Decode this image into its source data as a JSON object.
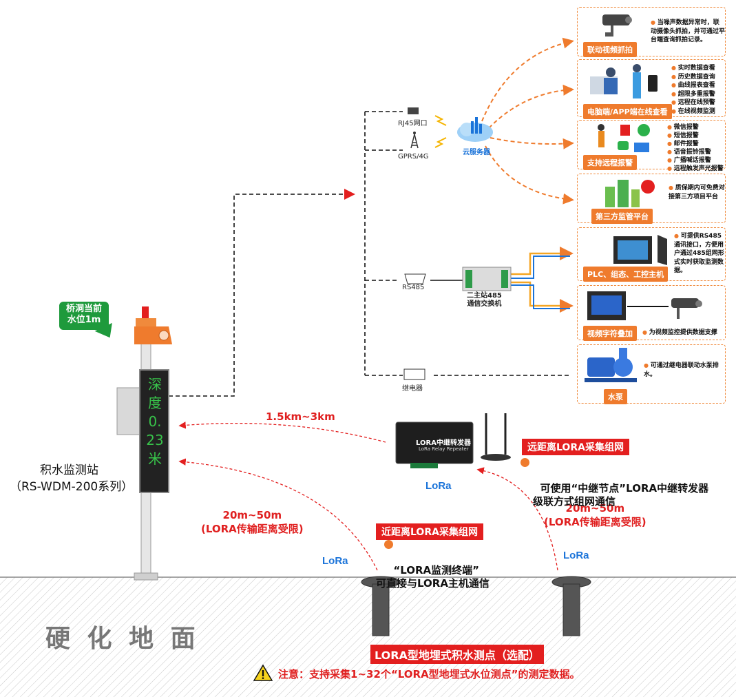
{
  "cards": [
    {
      "title": "联动视频抓拍",
      "notes": [
        "当噪声数据异常时，联动摄像头抓拍，并可通过平台端查询抓拍记录。"
      ]
    },
    {
      "title": "电脑端/APP端在线查看",
      "notes": [
        "实时数据查看",
        "历史数据查询",
        "曲线报表查看",
        "超限多重报警",
        "远程在线预警",
        "在线视频监测"
      ]
    },
    {
      "title": "支持远程报警",
      "notes": [
        "微信报警",
        "短信报警",
        "邮件报警",
        "语音振铃报警",
        "广播喊话报警",
        "远程触发声光报警"
      ]
    },
    {
      "title": "第三方监管平台",
      "notes": [
        "质保期内可免费对接第三方项目平台"
      ]
    },
    {
      "title": "PLC、组态、工控主机",
      "notes": [
        "可提供RS485通讯接口，方便用户通过485组网形式实时获取监测数据。"
      ]
    },
    {
      "title": "视频字符叠加",
      "notes": [
        "为视频监控提供数据支撑"
      ]
    },
    {
      "title": "水泵",
      "notes": [
        "可通过继电器联动水泵排水。"
      ]
    }
  ],
  "interfaces": {
    "rj45": "RJ45网口",
    "gprs": "GPRS/4G",
    "cloud": "云服务器",
    "rs485": "RS485",
    "switch": "二主站485\n通信交换机",
    "relay": "继电器"
  },
  "station": {
    "bubble": "桥洞当前\n水位1m",
    "display": "深度0.23米",
    "name": "积水监测站",
    "model": "（RS-WDM-200系列）"
  },
  "distances": {
    "far": "1.5km~3km",
    "near_left": "20m~50m\n(LORA传输距离受限)",
    "near_right": "20m~50m\n(LORA传输距离受限)"
  },
  "repeater": {
    "label_cn": "LORA中继转发器",
    "label_en": "LoRa Relay Repeater"
  },
  "lora_logo": "LoRa",
  "far_network": {
    "title": "远距离LORA采集组网",
    "desc": "可使用“中继节点”LORA中继转发器\n级联方式组网通信"
  },
  "near_network": {
    "title": "近距离LORA采集组网",
    "desc": "“LORA监测终端”\n可直接与LORA主机通信"
  },
  "ground": "硬 化 地 面",
  "sensor_title": "LORA型地埋式积水测点（选配）",
  "notice": "注意：支持采集1~32个“LORA型地埋式水位测点”的测定数据。",
  "colors": {
    "accent": "#ef7b2d",
    "red": "#e31f1f",
    "green": "#1e9a3c",
    "blue": "#1a73d9"
  }
}
